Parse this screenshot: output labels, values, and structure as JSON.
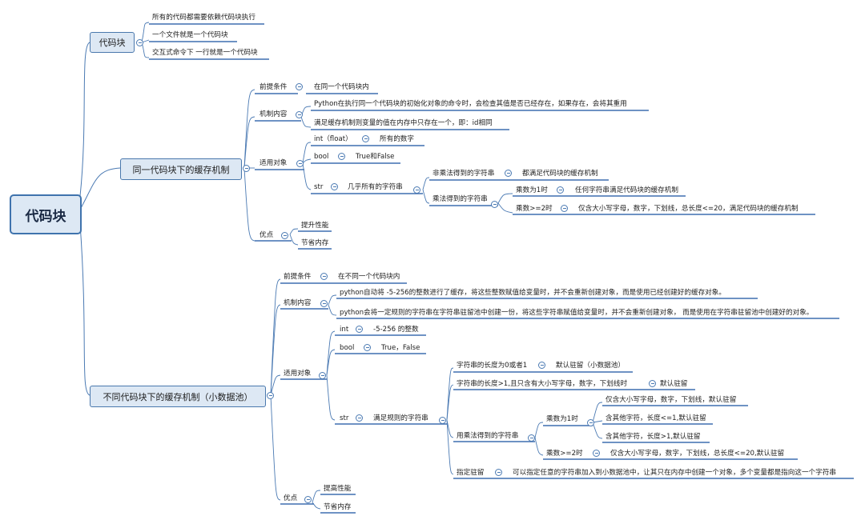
{
  "root": "代码块",
  "branch1": {
    "label": "代码块",
    "items": [
      "所有的代码都需要依赖代码块执行",
      "一个文件就是一个代码块",
      "交互式命令下 一行就是一个代码块"
    ]
  },
  "branch2": {
    "label": "同一代码块下的缓存机制",
    "premise_label": "前提条件",
    "premise_value": "在同一个代码块内",
    "mech_label": "机制内容",
    "mech_items": [
      "Python在执行同一个代码块的初始化对象的命令时，会检查其值是否已经存在，如果存在，会将其重用",
      "满足缓存机制则变量的值在内存中只存在一个，即：id相同"
    ],
    "apply_label": "适用对象",
    "int_label": "int（float）",
    "int_value": "所有的数字",
    "bool_label": "bool",
    "bool_value": "True和False",
    "str_label": "str",
    "str_value": "几乎所有的字符串",
    "nonmul_label": "非乘法得到的字符串",
    "nonmul_value": "都满足代码块的缓存机制",
    "mul_label": "乘法得到的字符串",
    "mul1_label": "乘数为1时",
    "mul1_value": "任何字符串满足代码块的缓存机制",
    "mul2_label": "乘数>=2时",
    "mul2_value": "仅含大小写字母，数字，下划线，总长度<=20，满足代码块的缓存机制",
    "adv_label": "优点",
    "adv_items": [
      "提升性能",
      "节省内存"
    ]
  },
  "branch3": {
    "label": "不同代码块下的缓存机制（小数据池）",
    "premise_label": "前提条件",
    "premise_value": "在不同一个代码块内",
    "mech_label": "机制内容",
    "mech_items": [
      "python自动将 -5-256的整数进行了缓存，将这些整数赋值给变量时，并不会重新创建对象，而是使用已经创建好的缓存对象。",
      "python会将一定规则的字符串在字符串驻留池中创建一份，将这些字符串赋值给变量时，并不会重新创建对象， 而是使用在字符串驻留池中创建好的对象。"
    ],
    "apply_label": "适用对象",
    "int_label": "int",
    "int_value": "-5-256 的整数",
    "bool_label": "bool",
    "bool_value": "True，False",
    "str_label": "str",
    "str_value": "满足规则的字符串",
    "len01_label": "字符串的长度为0或者1",
    "len01_value": "默认驻留（小数据池）",
    "len1_label": "字符串的长度>1,且只含有大小写字母，数字，下划线时",
    "len1_value": "默认驻留",
    "mul_label": "用乘法得到的字符串",
    "mul1_label": "乘数为1时",
    "mul1_items": [
      "仅含大小写字母，数字，下划线，默认驻留",
      "含其他字符，长度<=1,默认驻留",
      "含其他字符，长度>1,默认驻留"
    ],
    "mul2_label": "乘数>=2时",
    "mul2_value": "仅含大小写字母，数字，下划线，总长度<=20,默认驻留",
    "assign_label": "指定驻留",
    "assign_value": "可以指定任意的字符串加入到小数据池中，让其只在内存中创建一个对象，多个变量都是指向这一个字符串",
    "adv_label": "优点",
    "adv_items": [
      "提高性能",
      "节省内存"
    ]
  }
}
